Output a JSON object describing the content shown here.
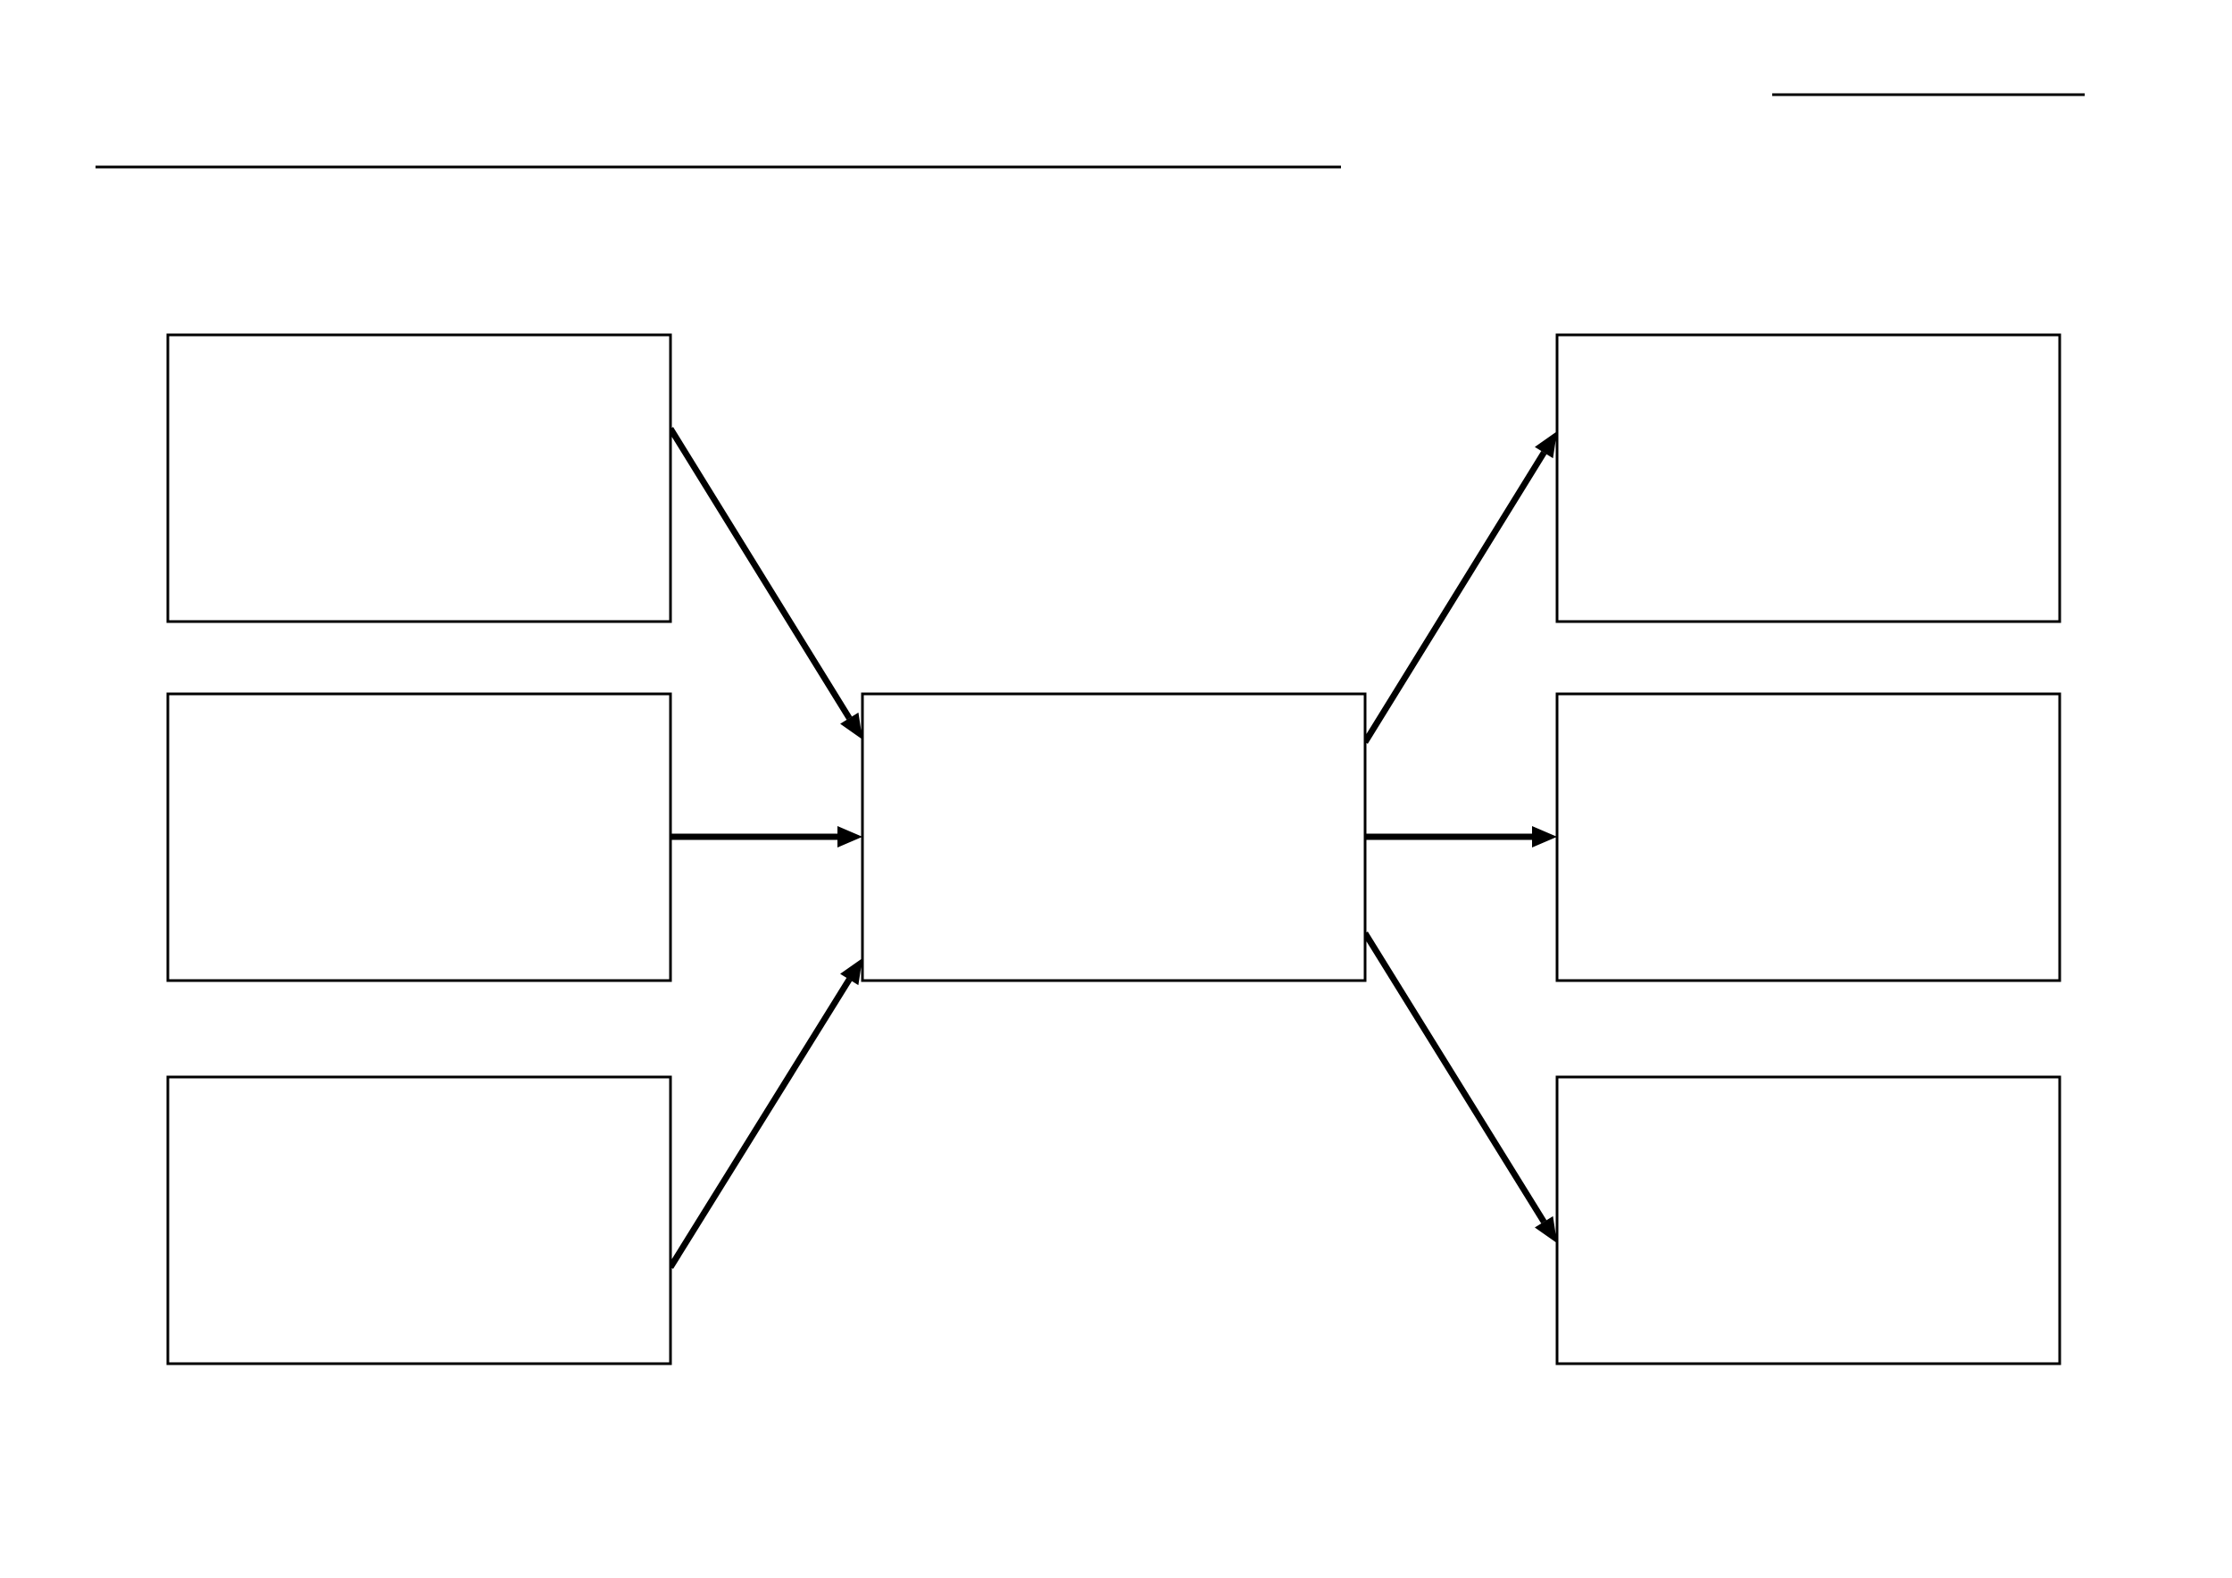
{
  "header": {
    "title_line_text": "",
    "corner_line_text": ""
  },
  "diagram": {
    "stroke_color": "#000000",
    "background_color": "#ffffff",
    "boxes": [
      {
        "id": "input-top",
        "text": ""
      },
      {
        "id": "input-middle",
        "text": ""
      },
      {
        "id": "input-bottom",
        "text": ""
      },
      {
        "id": "center",
        "text": ""
      },
      {
        "id": "output-top",
        "text": ""
      },
      {
        "id": "output-middle",
        "text": ""
      },
      {
        "id": "output-bottom",
        "text": ""
      }
    ],
    "arrows": [
      {
        "from": "input-top",
        "to": "center"
      },
      {
        "from": "input-middle",
        "to": "center"
      },
      {
        "from": "input-bottom",
        "to": "center"
      },
      {
        "from": "center",
        "to": "output-top"
      },
      {
        "from": "center",
        "to": "output-middle"
      },
      {
        "from": "center",
        "to": "output-bottom"
      }
    ]
  }
}
